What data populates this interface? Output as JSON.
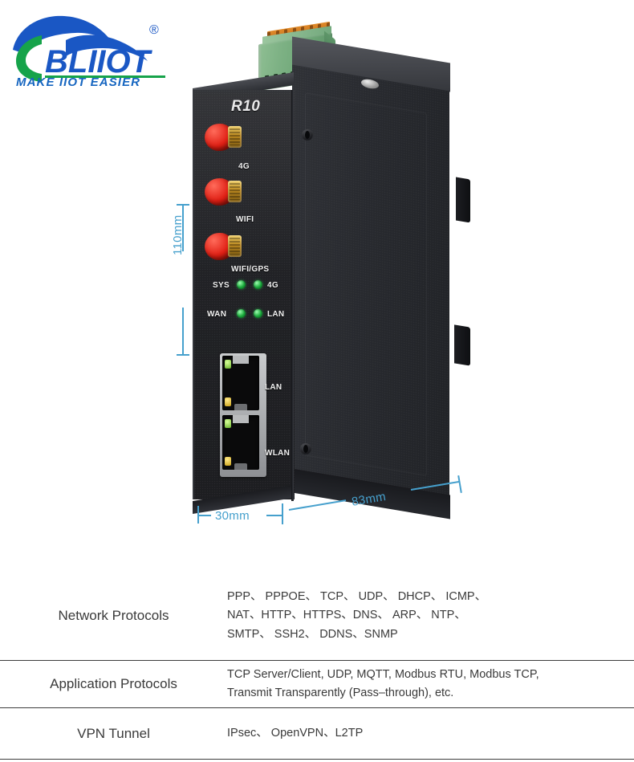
{
  "brand": {
    "name": "BLIIOT",
    "tagline": "MAKE IIOT EASIER",
    "trademark": "®",
    "colors": {
      "blue": "#1a57c4",
      "green": "#16a34a"
    }
  },
  "product": {
    "model": "R10",
    "antennas": [
      {
        "label": "4G"
      },
      {
        "label": "WIFI"
      },
      {
        "label": "WIFI/GPS"
      }
    ],
    "leds": [
      {
        "label": "SYS",
        "color": "#19a83a"
      },
      {
        "label": "4G",
        "color": "#19a83a"
      },
      {
        "label": "WAN",
        "color": "#19a83a"
      },
      {
        "label": "LAN",
        "color": "#19a83a"
      }
    ],
    "ethernet_ports": [
      {
        "label": "LAN"
      },
      {
        "label": "WLAN"
      }
    ],
    "dimensions": {
      "height": "110mm",
      "depth": "30mm",
      "width": "83mm",
      "line_color": "#46a0cd"
    }
  },
  "spec_table": {
    "rows": [
      {
        "label": "Network Protocols",
        "value": "PPP、 PPPOE、 TCP、 UDP、 DHCP、 ICMP、\nNAT、HTTP、HTTPS、DNS、 ARP、 NTP、\nSMTP、 SSH2、 DDNS、SNMP"
      },
      {
        "label": "Application Protocols",
        "value": "TCP Server/Client, UDP, MQTT, Modbus RTU, Modbus TCP,\nTransmit Transparently (Pass–through), etc."
      },
      {
        "label": "VPN Tunnel",
        "value": "IPsec、 OpenVPN、L2TP"
      }
    ]
  }
}
